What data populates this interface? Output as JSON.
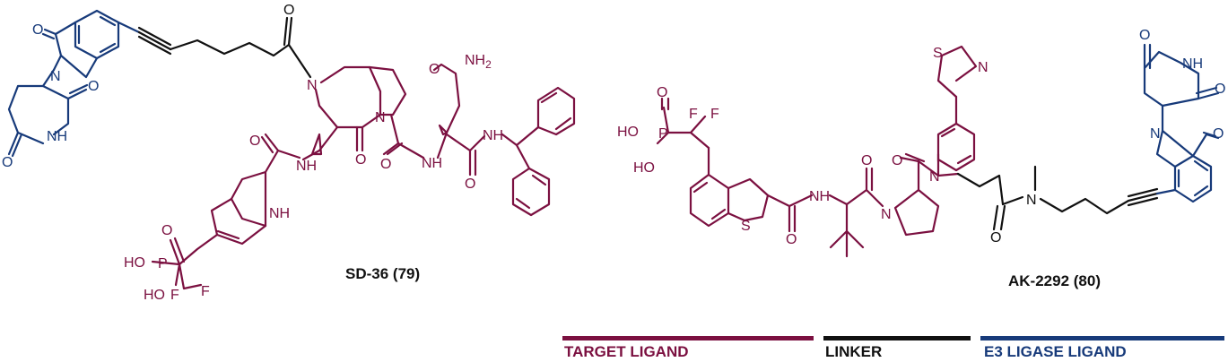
{
  "colors": {
    "target": "#7b1040",
    "linker": "#111111",
    "e3": "#173a7a"
  },
  "compounds": [
    {
      "name": "SD-36 (79)"
    },
    {
      "name": "AK-2292 (80)"
    }
  ],
  "atoms": {
    "O": "O",
    "N": "N",
    "NH": "NH",
    "NH2": "NH",
    "NH2_sub": "2",
    "HO": "HO",
    "P": "P",
    "F": "F",
    "S": "S"
  },
  "legend": [
    {
      "label": "TARGET LIGAND",
      "color": "#7b1040"
    },
    {
      "label": "LINKER",
      "color": "#111111"
    },
    {
      "label": "E3 LIGASE LIGAND",
      "color": "#173a7a"
    }
  ]
}
